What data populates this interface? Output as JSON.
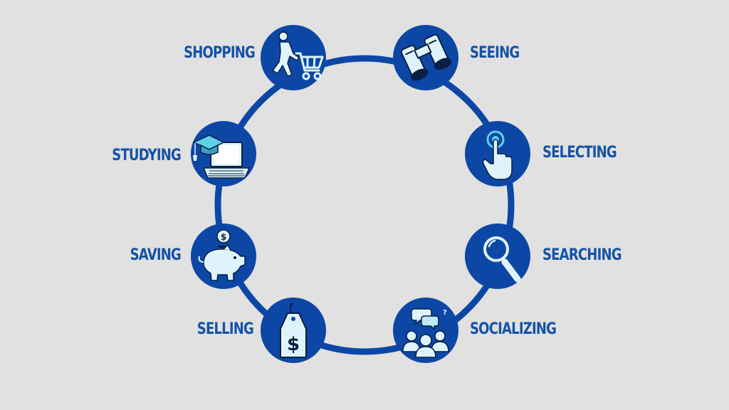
{
  "colors": {
    "background": "#e1e1e1",
    "ring": "#0d47a6",
    "label": "#1453a8",
    "icon_fill": "#dff4fa",
    "icon_stroke": "#0a1f44"
  },
  "activities": [
    {
      "label": "SHOPPING",
      "icon": "shopping-cart-icon"
    },
    {
      "label": "SEEING",
      "icon": "binoculars-icon"
    },
    {
      "label": "SELECTING",
      "icon": "pointing-hand-icon"
    },
    {
      "label": "SEARCHING",
      "icon": "magnifying-glass-icon"
    },
    {
      "label": "SOCIALIZING",
      "icon": "people-chat-icon"
    },
    {
      "label": "SELLING",
      "icon": "price-tag-icon"
    },
    {
      "label": "SAVING",
      "icon": "piggy-bank-icon"
    },
    {
      "label": "STUDYING",
      "icon": "laptop-graduation-cap-icon"
    }
  ]
}
